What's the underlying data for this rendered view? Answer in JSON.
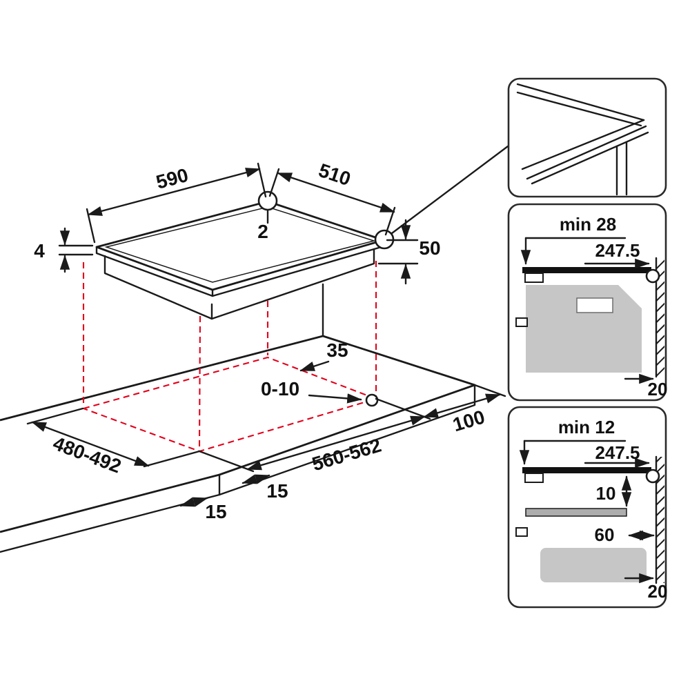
{
  "page": {
    "type": "hob installation dimension diagram",
    "background": "#ffffff"
  },
  "colors": {
    "line": "#1a1a1a",
    "projection_red": "#e2001a",
    "appliance_gray": "#c6c6c6"
  },
  "main_view": {
    "hob_width": "590",
    "hob_depth": "510",
    "center_mark": "2",
    "glass_thickness": "4",
    "hob_height": "50",
    "corner_note": "35",
    "edge_gap": "0-10",
    "cutout_depth": "480-492",
    "cutout_width": "560-562",
    "rear_clearance": "100",
    "side_clearance_a": "15",
    "side_clearance_b": "15"
  },
  "panel_oven": {
    "min_clearance": "min 28",
    "cable_distance": "247.5",
    "wall_gap": "20"
  },
  "panel_shelf": {
    "min_clearance": "min 12",
    "cable_distance": "247.5",
    "shelf_gap": "10",
    "vent_depth": "60",
    "wall_gap": "20"
  }
}
